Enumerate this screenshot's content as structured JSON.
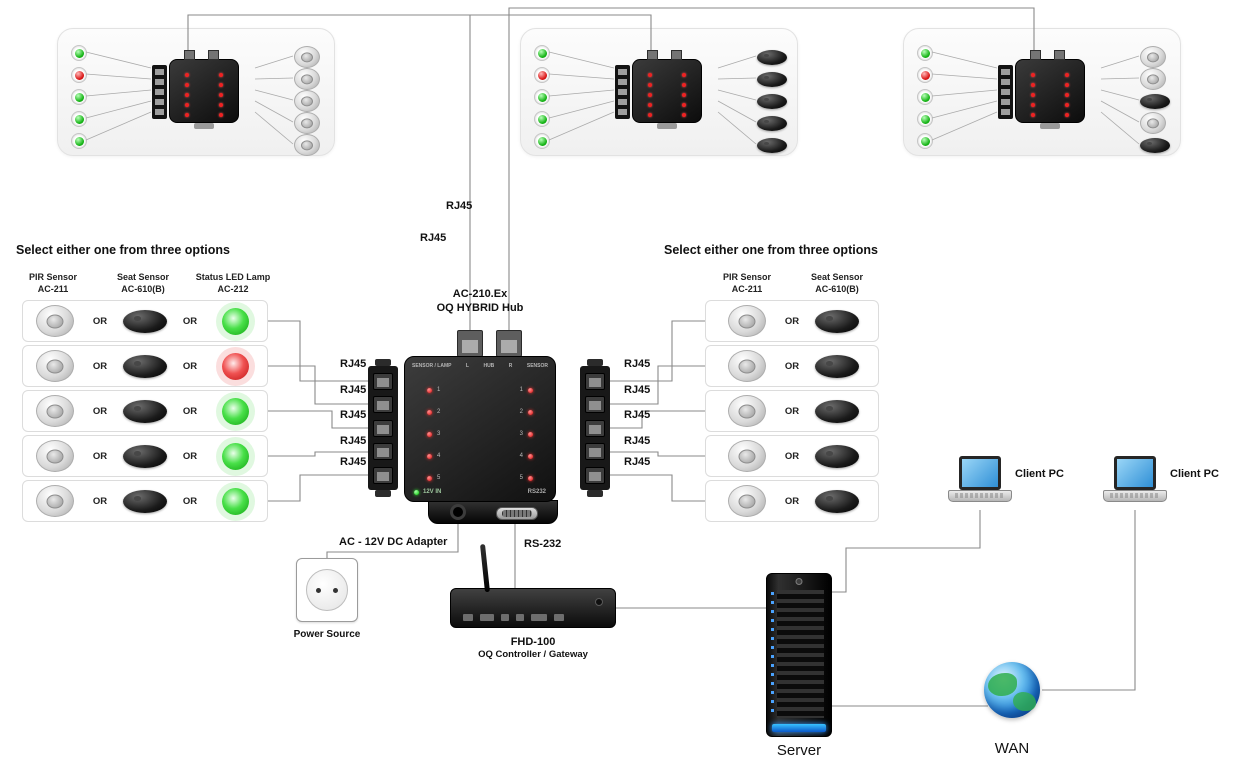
{
  "cables": {
    "rj45_a": "RJ45",
    "rj45_b": "RJ45"
  },
  "options_left": {
    "title": "Select either one from three options",
    "or": "OR",
    "headers": [
      {
        "line1": "PIR Sensor",
        "line2": "AC-211"
      },
      {
        "line1": "Seat Sensor",
        "line2": "AC-610(B)"
      },
      {
        "line1": "Status LED Lamp",
        "line2": "AC-212"
      }
    ],
    "rows": [
      {
        "lamp": "green"
      },
      {
        "lamp": "red"
      },
      {
        "lamp": "green"
      },
      {
        "lamp": "green"
      },
      {
        "lamp": "green"
      }
    ],
    "rj45": [
      "RJ45",
      "RJ45",
      "RJ45",
      "RJ45",
      "RJ45"
    ]
  },
  "options_right": {
    "title": "Select either one from three options",
    "or": "OR",
    "headers": [
      {
        "line1": "PIR Sensor",
        "line2": "AC-211"
      },
      {
        "line1": "Seat Sensor",
        "line2": "AC-610(B)"
      }
    ],
    "rj45": [
      "RJ45",
      "RJ45",
      "RJ45",
      "RJ45",
      "RJ45"
    ]
  },
  "hub": {
    "title": "AC-210.Ex",
    "subtitle": "OQ HYBRID Hub",
    "face": {
      "sensor_lamp": "SENSOR / LAMP",
      "l": "L",
      "hub": "HUB",
      "r": "R",
      "sensor": "SENSOR",
      "power": "12V IN",
      "rs232": "RS232"
    },
    "ports": [
      "1",
      "2",
      "3",
      "4",
      "5"
    ]
  },
  "bottom": {
    "adapter": "AC - 12V DC Adapter",
    "rs232": "RS-232",
    "power_source": "Power Source",
    "controller_name": "FHD-100",
    "controller_sub": "OQ Controller / Gateway",
    "server": "Server",
    "wan": "WAN",
    "client_pc_1": "Client PC",
    "client_pc_2": "Client PC"
  },
  "panels": [
    {
      "name": "room-unit-1",
      "leds": [
        "green",
        "red",
        "green",
        "green",
        "green"
      ],
      "devices": [
        "pir",
        "pir",
        "pir",
        "pir",
        "pir"
      ]
    },
    {
      "name": "room-unit-2",
      "leds": [
        "green",
        "red",
        "green",
        "green",
        "green"
      ],
      "devices": [
        "seat",
        "seat",
        "seat",
        "seat",
        "seat"
      ]
    },
    {
      "name": "room-unit-3",
      "leds": [
        "green",
        "red",
        "green",
        "green",
        "green"
      ],
      "devices": [
        "pir",
        "pir",
        "seat",
        "pir",
        "seat"
      ]
    }
  ]
}
